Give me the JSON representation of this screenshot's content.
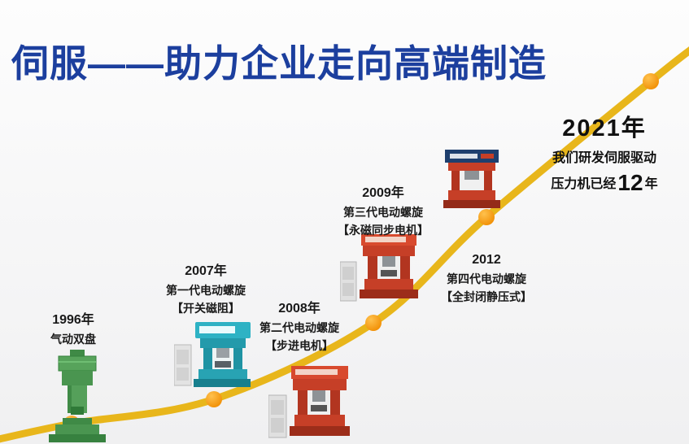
{
  "title": {
    "text": "伺服——助力企业走向高端制造",
    "color": "#1c3f9e"
  },
  "theme": {
    "background": "#f4f4f5",
    "curve_color": "#e8b61b",
    "dot_color": "#f59b23",
    "text_color": "#1a1a1a"
  },
  "milestones": [
    {
      "id": "1996",
      "year": "1996年",
      "lines": [
        "气动双盘"
      ]
    },
    {
      "id": "2007",
      "year": "2007年",
      "lines": [
        "第一代电动螺旋",
        "【开关磁阻】"
      ]
    },
    {
      "id": "2008",
      "year": "2008年",
      "lines": [
        "第二代电动螺旋",
        "【步进电机】"
      ]
    },
    {
      "id": "2009",
      "year": "2009年",
      "lines": [
        "第三代电动螺旋",
        "【永磁同步电机】"
      ]
    },
    {
      "id": "2012",
      "year": "2012",
      "lines": [
        "第四代电动螺旋",
        "【全封闭静压式】"
      ]
    }
  ],
  "highlight": {
    "year": "2021年",
    "line1": "我们研发伺服驱动",
    "line2_prefix": "压力机已经",
    "line2_number": "12",
    "line2_suffix": "年"
  }
}
